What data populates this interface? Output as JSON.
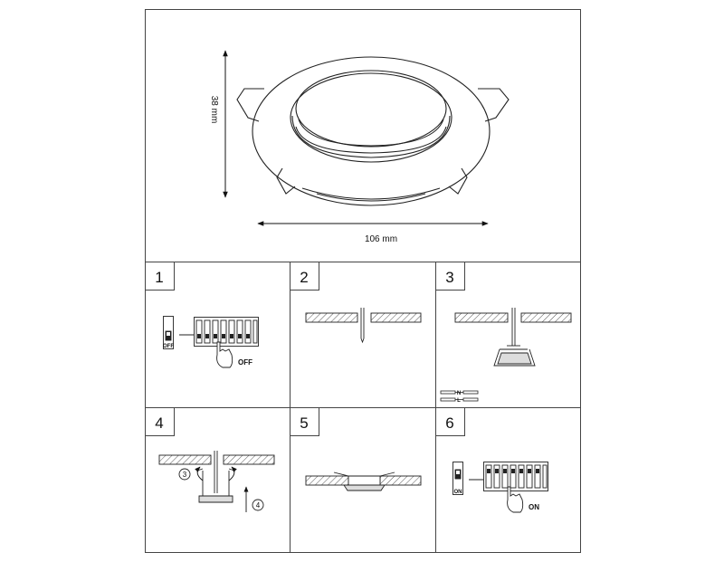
{
  "dimensions": {
    "height_label": "38 mm",
    "width_label": "106 mm"
  },
  "steps": [
    {
      "number": "1",
      "switch_label": "OFF",
      "mini_switch_label": "OFF"
    },
    {
      "number": "2"
    },
    {
      "number": "3",
      "wire_n": "N",
      "wire_l": "L"
    },
    {
      "number": "4",
      "callout_a": "3",
      "callout_b": "4"
    },
    {
      "number": "5"
    },
    {
      "number": "6",
      "switch_label": "ON",
      "mini_switch_label": "ON"
    }
  ]
}
